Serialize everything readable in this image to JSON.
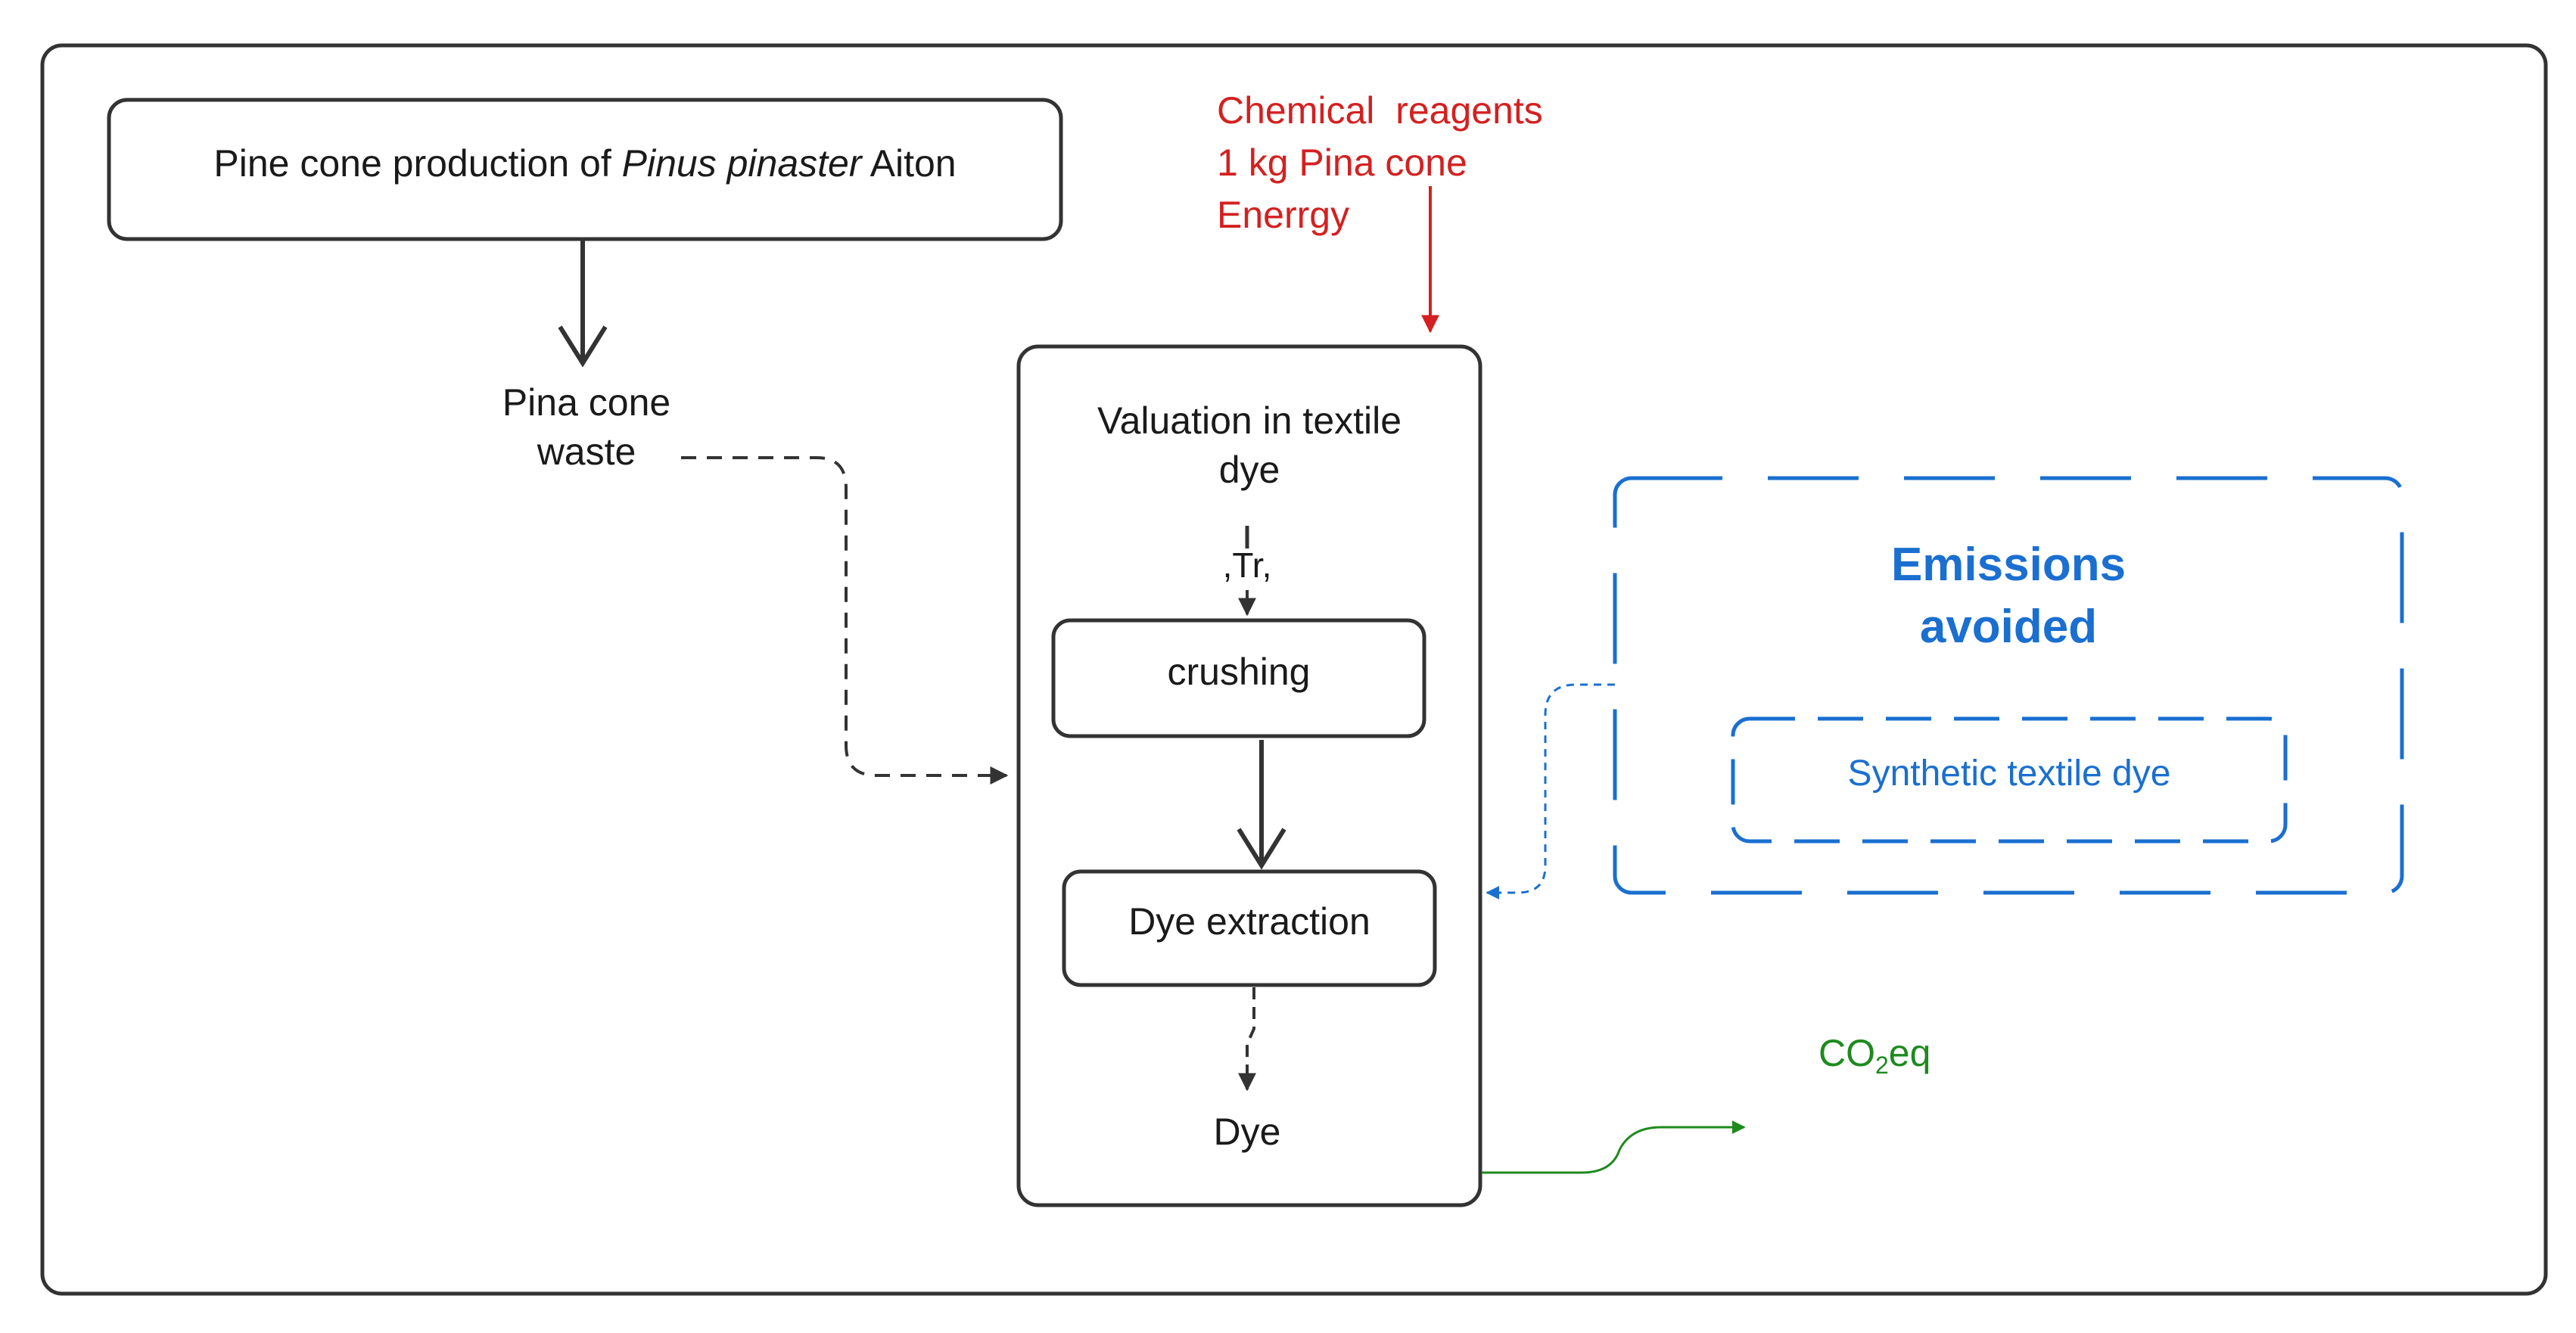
{
  "source": {
    "prefix": "Pine cone production of ",
    "species": "Pinus pinaster",
    "suffix": " Aiton"
  },
  "waste": {
    "line1": "Pina cone",
    "line2": "waste"
  },
  "inputs": {
    "line1": "Chemical  reagents",
    "line2": "1 kg Pina cone",
    "line3": "Enerrgy"
  },
  "process": {
    "title_line1": "Valuation in textile",
    "title_line2": "dye",
    "transport_label": ",Tr,",
    "step1": "crushing",
    "step2": "Dye extraction",
    "output": "Dye"
  },
  "avoided": {
    "title_line1": "Emissions",
    "title_line2": "avoided",
    "item": "Synthetic textile dye"
  },
  "emission": {
    "base": "CO",
    "subscript": "2",
    "suffix": "eq"
  },
  "colors": {
    "main_stroke": "#333333",
    "input_red": "#d42020",
    "avoided_blue": "#1a6fd0",
    "emission_green": "#1e8a1e"
  }
}
